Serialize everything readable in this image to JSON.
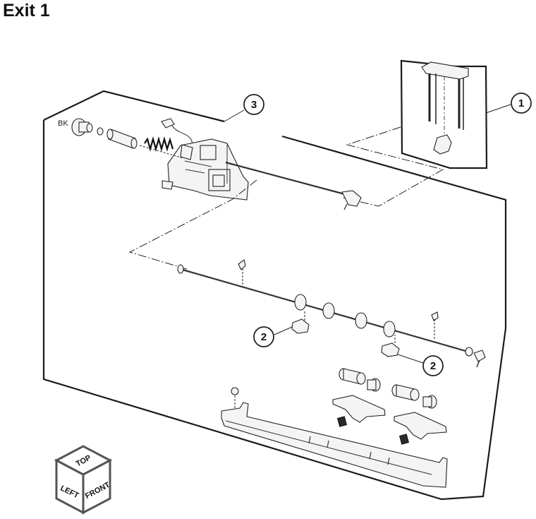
{
  "title": "Exit 1",
  "callouts": [
    {
      "id": "1",
      "label": "1"
    },
    {
      "id": "2a",
      "label": "2"
    },
    {
      "id": "2b",
      "label": "2"
    },
    {
      "id": "3",
      "label": "3"
    }
  ],
  "bk_label": "BK",
  "orientation_cube": {
    "top": "TOP",
    "left": "LEFT",
    "front": "FRONT"
  }
}
